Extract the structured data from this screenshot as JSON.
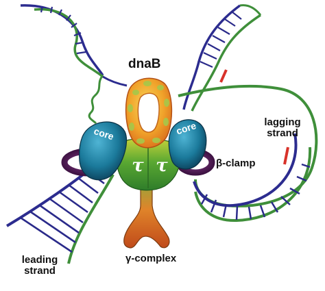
{
  "labels": {
    "dnab": "dnaB",
    "lagging_line1": "lagging",
    "lagging_line2": "strand",
    "beta_clamp": "β-clamp",
    "leading_line1": "leading",
    "leading_line2": "strand",
    "gamma_complex": "γ-complex"
  },
  "protein_text": {
    "core_left": "core",
    "core_right": "core",
    "tau_left": "τ",
    "tau_right": "τ"
  },
  "colors": {
    "background": "#ffffff",
    "dna_backbone_green": "#3f8f3a",
    "dna_backbone_blue": "#2c2c8f",
    "dna_rung": "#2a2a8a",
    "rna_primer": "#d8322a",
    "core": "#1b7a9b",
    "clamp": "#5a1f5e",
    "dnab": "#f08c1e",
    "tau": "#3f9a2a",
    "gamma": "#d2661e"
  }
}
